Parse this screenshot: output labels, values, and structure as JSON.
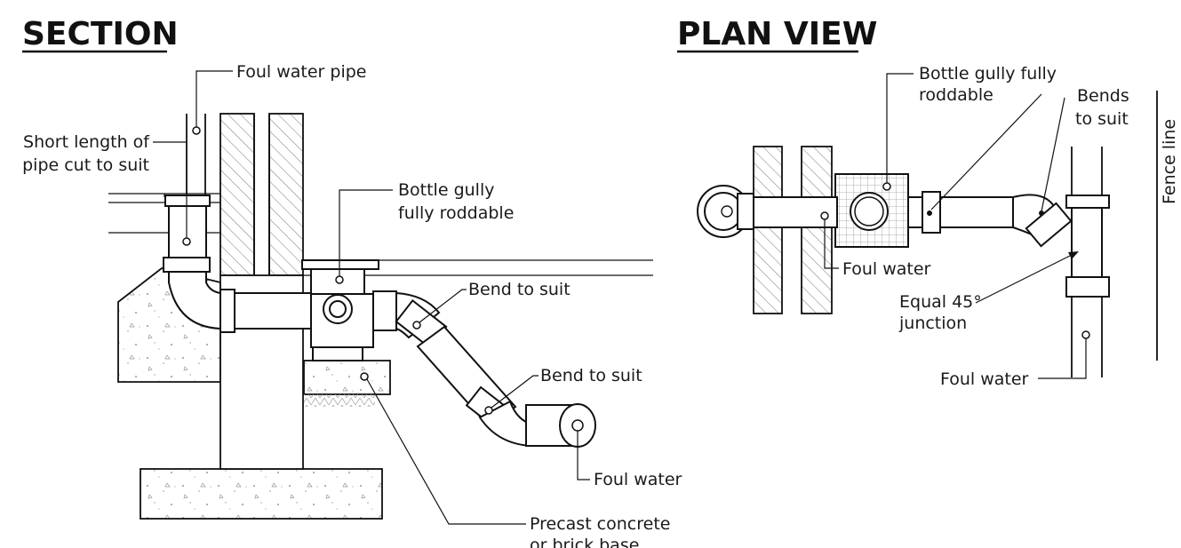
{
  "section": {
    "heading": "SECTION",
    "labels": {
      "foul_water_pipe": "Foul water pipe",
      "short_length_1": "Short length of",
      "short_length_2": "pipe cut to suit",
      "bottle_gully_1": "Bottle gully",
      "bottle_gully_2": "fully roddable",
      "bend_upper": "Bend to suit",
      "bend_lower": "Bend to suit",
      "foul_water": "Foul water",
      "precast_1": "Precast concrete",
      "precast_2": "or brick base"
    }
  },
  "plan": {
    "heading": "PLAN VIEW",
    "labels": {
      "bottle_gully_1": "Bottle gully fully",
      "bottle_gully_2": "roddable",
      "bends_1": "Bends",
      "bends_2": "to suit",
      "fence_line": "Fence line",
      "foul_water_inner": "Foul water",
      "junction_1": "Equal 45°",
      "junction_2": "junction",
      "foul_water_outer": "Foul water"
    }
  }
}
